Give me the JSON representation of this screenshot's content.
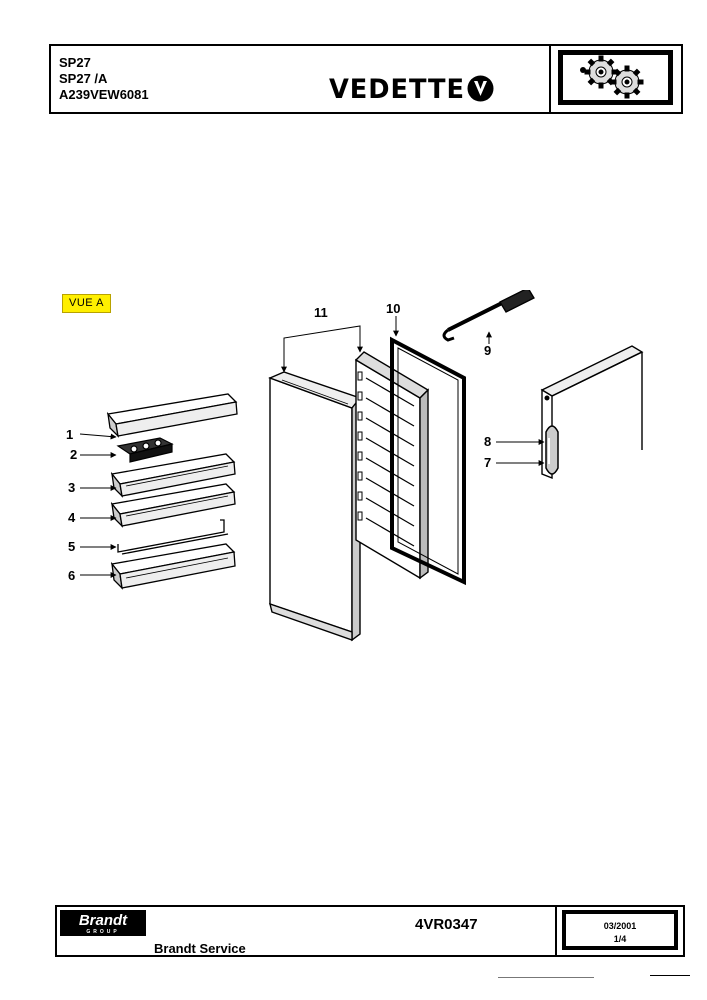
{
  "header": {
    "models": [
      "SP27",
      "SP27 /A",
      "A239VEW6081"
    ],
    "brand": "VEDETTE"
  },
  "view_label": "VUE A",
  "callouts": [
    "1",
    "2",
    "3",
    "4",
    "5",
    "6",
    "7",
    "8",
    "9",
    "10",
    "11"
  ],
  "footer": {
    "logo": "Brandt",
    "logo_sub": "GROUP",
    "service": "Brandt Service",
    "reference": "4VR0347",
    "date": "03/2001",
    "page": "1/4"
  },
  "colors": {
    "highlight": "#ffef00",
    "ink": "#000000"
  }
}
